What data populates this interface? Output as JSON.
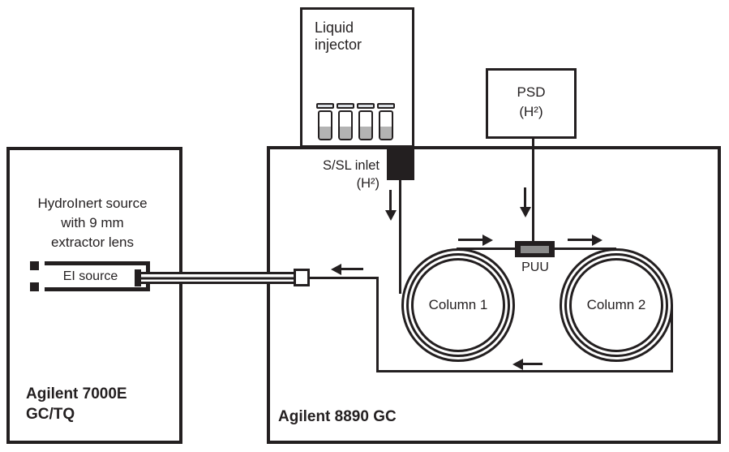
{
  "colors": {
    "ink": "#231f20",
    "background": "#ffffff",
    "vial_liquid": "#b3b3b3",
    "vial_cap_fill": "#d9dee3",
    "puu_inner": "#8a8a8a"
  },
  "injector": {
    "label": "Liquid\ninjector",
    "vial_count": 4
  },
  "psd_module": {
    "label": "PSD\n(H²)"
  },
  "gc_unit": {
    "title": "Agilent 8890 GC",
    "inlet_label": "S/SL inlet\n(H²)",
    "column_1_label": "Column 1",
    "column_2_label": "Column 2",
    "puu_label": "PUU"
  },
  "ms_unit": {
    "title": "Agilent 7000E\nGC/TQ",
    "source_description": "HydroInert source\nwith 9 mm\nextractor lens",
    "ei_source_label": "EI source"
  }
}
